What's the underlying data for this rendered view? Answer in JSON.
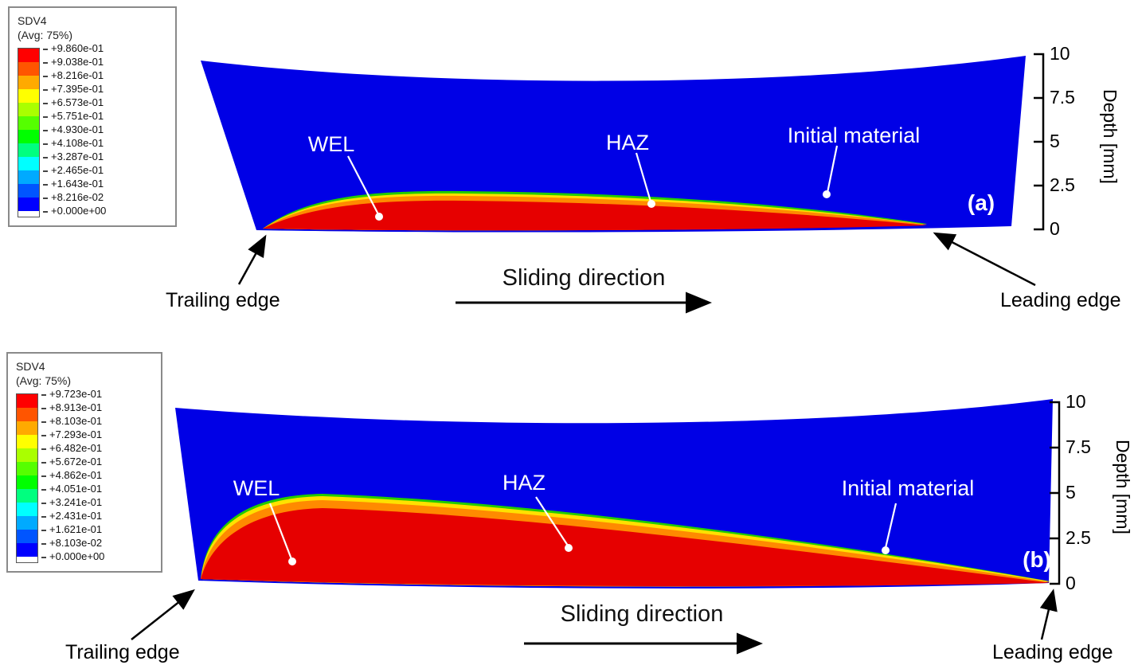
{
  "figure": {
    "description": "Finite-element contour plots of SDV4 showing WEL/HAZ formation under sliding contact",
    "panels": [
      "(a)",
      "(b)"
    ]
  },
  "colors": {
    "body_blue": "#0000e6",
    "wel_red": "#e60000",
    "haz_orange": "#ff8a00",
    "band_yellow": "#ffe100",
    "band_green": "#22cc00",
    "white": "#ffffff",
    "black": "#000000",
    "spectrum": [
      "#ff0000",
      "#ff5500",
      "#ffaa00",
      "#ffff00",
      "#aaff00",
      "#55ff00",
      "#00ff00",
      "#00ff7f",
      "#00ffff",
      "#00aaff",
      "#0055ff",
      "#0000ff"
    ]
  },
  "panel_a": {
    "legend": {
      "title": "SDV4",
      "subtitle": "(Avg: 75%)",
      "values": [
        "+9.860e-01",
        "+9.038e-01",
        "+8.216e-01",
        "+7.395e-01",
        "+6.573e-01",
        "+5.751e-01",
        "+4.930e-01",
        "+4.108e-01",
        "+3.287e-01",
        "+2.465e-01",
        "+1.643e-01",
        "+8.216e-02",
        "+0.000e+00"
      ]
    },
    "labels": {
      "wel": "WEL",
      "haz": "HAZ",
      "initial": "Initial material",
      "panel": "(a)"
    },
    "axis": {
      "ticks": [
        "10",
        "7.5",
        "5",
        "2.5",
        "0"
      ],
      "label": "Depth [mm]"
    },
    "annotations": {
      "trailing": "Trailing edge",
      "leading": "Leading edge",
      "sliding": "Sliding direction"
    }
  },
  "panel_b": {
    "legend": {
      "title": "SDV4",
      "subtitle": "(Avg: 75%)",
      "values": [
        "+9.723e-01",
        "+8.913e-01",
        "+8.103e-01",
        "+7.293e-01",
        "+6.482e-01",
        "+5.672e-01",
        "+4.862e-01",
        "+4.051e-01",
        "+3.241e-01",
        "+2.431e-01",
        "+1.621e-01",
        "+8.103e-02",
        "+0.000e+00"
      ]
    },
    "labels": {
      "wel": "WEL",
      "haz": "HAZ",
      "initial": "Initial material",
      "panel": "(b)"
    },
    "axis": {
      "ticks": [
        "10",
        "7.5",
        "5",
        "2.5",
        "0"
      ],
      "label": "Depth [mm]"
    },
    "annotations": {
      "trailing": "Trailing edge",
      "leading": "Leading edge",
      "sliding": "Sliding direction"
    }
  },
  "chart_data": [
    {
      "type": "heatmap",
      "panel": "(a)",
      "variable": "SDV4",
      "averaging": "(Avg: 75%)",
      "legend_levels": [
        0.986,
        0.9038,
        0.8216,
        0.7395,
        0.6573,
        0.5751,
        0.493,
        0.4108,
        0.3287,
        0.2465,
        0.1643,
        0.08216,
        0.0
      ],
      "colormap": "rainbow, red = max (0.986), blue = 0",
      "ylabel": "Depth [mm]",
      "yticks": [
        10,
        7.5,
        5,
        2.5,
        0
      ],
      "ylim": [
        0,
        10
      ],
      "regions": [
        "WEL (red core, max SDV4)",
        "HAZ (orange/yellow rim)",
        "Initial material (blue, SDV4 = 0)"
      ],
      "annotations": [
        "Trailing edge (left tip)",
        "Leading edge (right tip)",
        "Sliding direction (left to right)"
      ],
      "shape_note": "thin lens-shaped transformed layer along bottom surface, depth < ~1.5 mm"
    },
    {
      "type": "heatmap",
      "panel": "(b)",
      "variable": "SDV4",
      "averaging": "(Avg: 75%)",
      "legend_levels": [
        0.9723,
        0.8913,
        0.8103,
        0.7293,
        0.6482,
        0.5672,
        0.4862,
        0.4051,
        0.3241,
        0.2431,
        0.1621,
        0.08103,
        0.0
      ],
      "colormap": "rainbow, red = max (0.9723), blue = 0",
      "ylabel": "Depth [mm]",
      "yticks": [
        10,
        7.5,
        5,
        2.5,
        0
      ],
      "ylim": [
        0,
        10
      ],
      "regions": [
        "WEL (red core, max SDV4)",
        "HAZ (orange/yellow rim)",
        "Initial material (blue, SDV4 = 0)"
      ],
      "annotations": [
        "Trailing edge (left tip)",
        "Leading edge (right tip)",
        "Sliding direction (left to right)"
      ],
      "shape_note": "thicker wedge near trailing edge (~4 mm) tapering toward leading edge"
    }
  ]
}
